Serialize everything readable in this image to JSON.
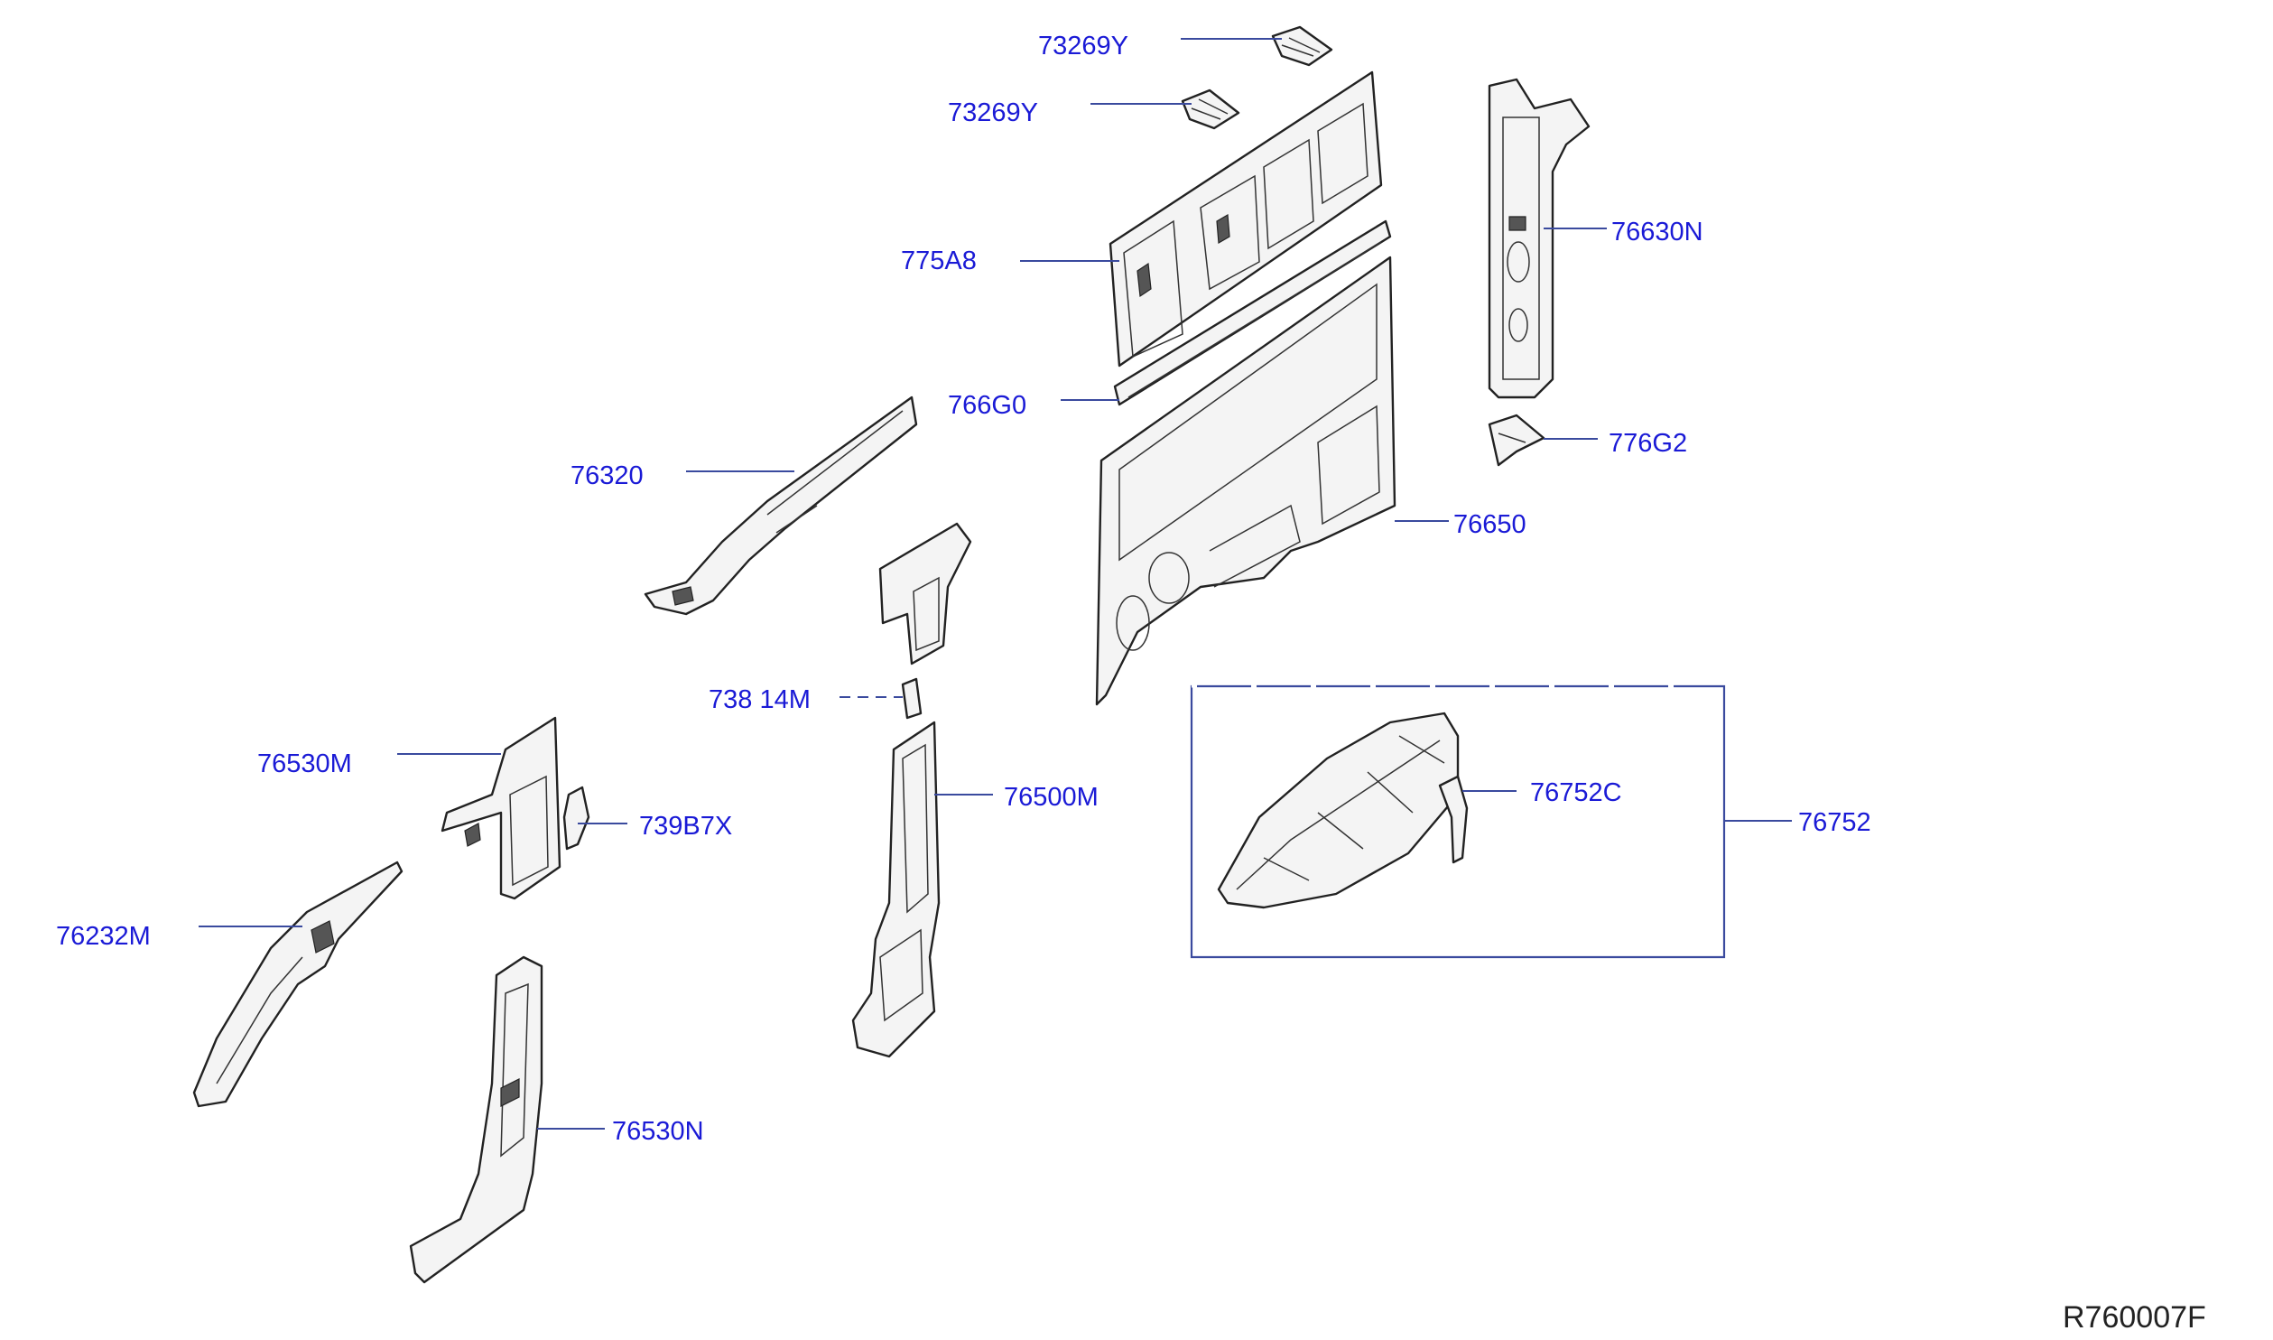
{
  "diagram": {
    "labels": [
      {
        "id": "l1",
        "text": "73269Y"
      },
      {
        "id": "l2",
        "text": "73269Y"
      },
      {
        "id": "l3",
        "text": "775A8"
      },
      {
        "id": "l4",
        "text": "766G0"
      },
      {
        "id": "l5",
        "text": "76320"
      },
      {
        "id": "l6",
        "text": "76630N"
      },
      {
        "id": "l7",
        "text": "776G2"
      },
      {
        "id": "l8",
        "text": "76650"
      },
      {
        "id": "l9",
        "text": "738 14M"
      },
      {
        "id": "l10",
        "text": "76530M"
      },
      {
        "id": "l11",
        "text": "739B7X"
      },
      {
        "id": "l12",
        "text": "76500M"
      },
      {
        "id": "l13",
        "text": "76752C"
      },
      {
        "id": "l14",
        "text": "76752"
      },
      {
        "id": "l15",
        "text": "76232M"
      },
      {
        "id": "l16",
        "text": "76530N"
      }
    ],
    "drawing_code": "R760007F",
    "colors": {
      "label": "#1a1ad6",
      "leader": "#3a4a9e",
      "line": "#222222"
    }
  }
}
